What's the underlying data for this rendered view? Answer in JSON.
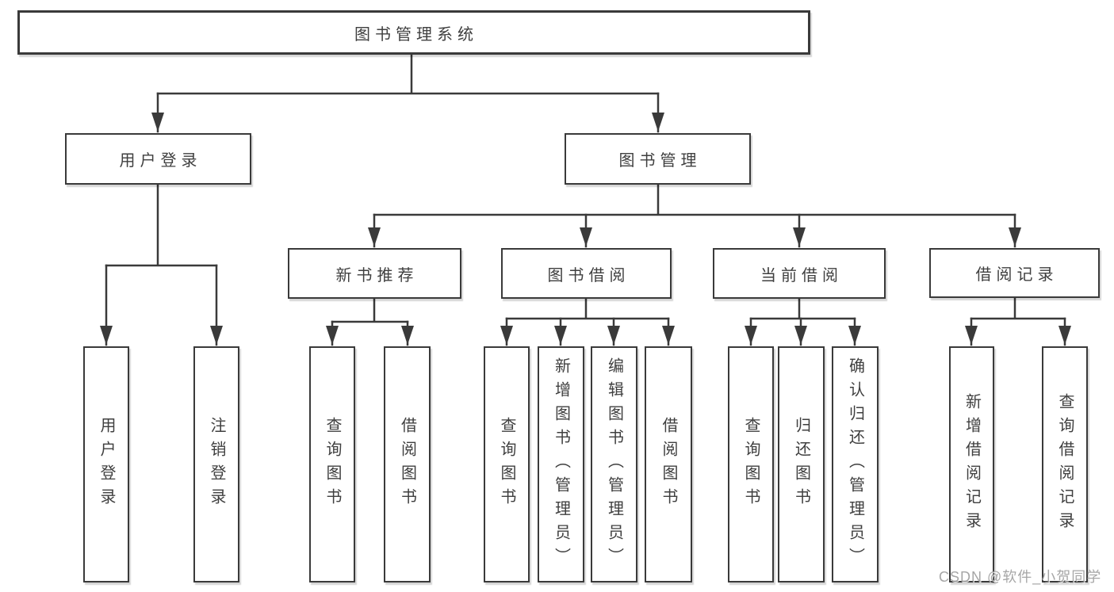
{
  "diagram_type": "hierarchy-tree",
  "colors": {
    "line": "#3a3a3a",
    "text": "#3f3f3f",
    "background": "#ffffff",
    "watermark": "#969696"
  },
  "tree": {
    "root": "图书管理系统",
    "level2": [
      "用户登录",
      "图书管理"
    ],
    "level3": [
      "新书推荐",
      "图书借阅",
      "当前借阅",
      "借阅记录"
    ],
    "leaves": {
      "user_login": [
        "用户登录",
        "注销登录"
      ],
      "new_book": [
        "查询图书",
        "借阅图书"
      ],
      "book_borrow": [
        "查询图书",
        "新增图书（管理员）",
        "编辑图书（管理员）",
        "借阅图书"
      ],
      "current_borrow": [
        "查询图书",
        "归还图书",
        "确认归还（管理员）"
      ],
      "records": [
        "新增借阅记录",
        "查询借阅记录"
      ]
    }
  },
  "watermark": "CSDN @软件_小贺同学"
}
